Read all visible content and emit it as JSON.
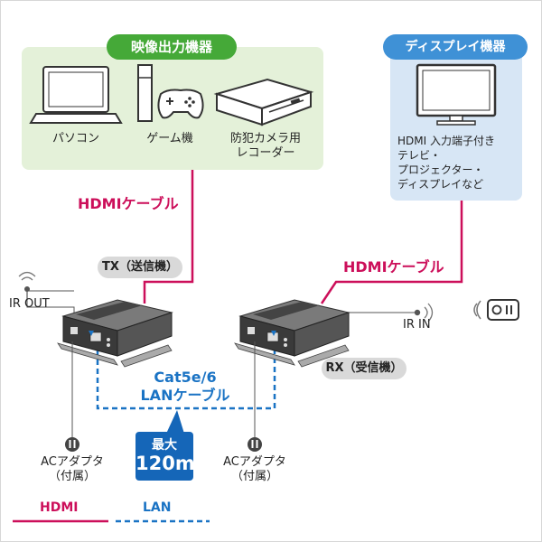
{
  "source_devices": {
    "title": "映像出力機器",
    "items": [
      {
        "label": "パソコン",
        "icon": "laptop-icon"
      },
      {
        "label": "ゲーム機",
        "icon": "game-console-icon"
      },
      {
        "label_lines": [
          "防犯カメラ用",
          "レコーダー"
        ],
        "icon": "recorder-icon"
      }
    ]
  },
  "display_devices": {
    "title": "ディスプレイ機器",
    "icon": "monitor-icon",
    "lines": [
      "HDMI 入力端子付き",
      "テレビ・",
      "プロジェクター・",
      "ディスプレイなど"
    ]
  },
  "cables": {
    "hdmi_top": "HDMIケーブル",
    "hdmi_right": "HDMIケーブル",
    "lan_lines": [
      "Cat5e/6",
      "LANケーブル"
    ]
  },
  "tx": {
    "label": "TX（送信機）",
    "ir": "IR OUT"
  },
  "rx": {
    "label": "RX（受信機）",
    "ir": "IR IN"
  },
  "adapters": {
    "left_lines": [
      "ACアダプタ",
      "（付属）"
    ],
    "right_lines": [
      "ACアダプタ",
      "（付属）"
    ]
  },
  "distance": {
    "top": "最大",
    "bottom": "120m"
  },
  "legend": {
    "hdmi": "HDMI",
    "lan": "LAN"
  },
  "colors": {
    "hdmi": "#cc0f5a",
    "lan": "#1a73c4",
    "green": "#45a938",
    "blue": "#3f91d6"
  }
}
